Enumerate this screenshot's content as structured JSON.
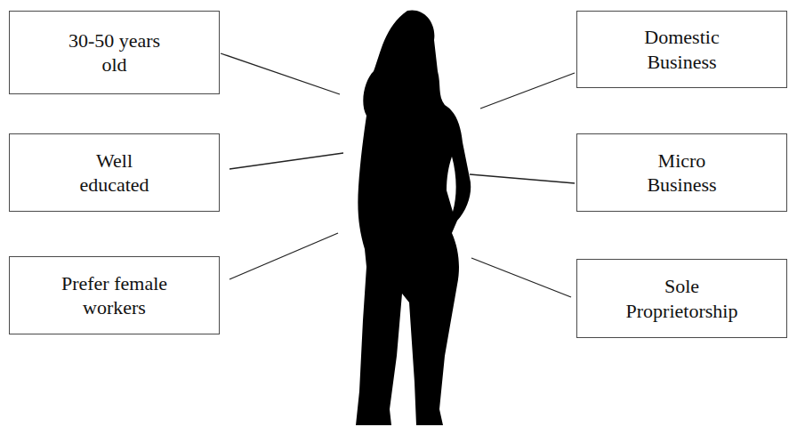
{
  "diagram": {
    "nodes": [
      {
        "text": [
          "30-50 years old"
        ]
      },
      {
        "text": [
          "Domestic Business"
        ]
      },
      {
        "text": [
          "Well educated"
        ]
      },
      {
        "text": [
          "Micro Business"
        ]
      },
      {
        "text": [
          "Prefer female workers"
        ]
      },
      {
        "text": [
          "Sole Proprietorship"
        ]
      }
    ]
  }
}
